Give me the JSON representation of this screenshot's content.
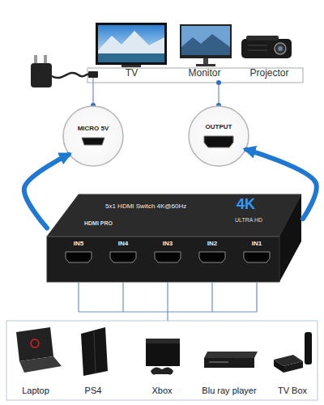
{
  "diagram": {
    "nodes": [
      {
        "text": [
          "TV"
        ]
      },
      {
        "text": [
          "Monitor"
        ]
      },
      {
        "text": [
          "Projector"
        ]
      },
      {
        "text": [
          "MICRO 5V"
        ]
      },
      {
        "text": [
          "OUTPUT"
        ]
      },
      {
        "text": [
          "5x1 HDMI Switch 4K@60Hz",
          "HDMI PRO",
          "4K",
          "ULTRA HD"
        ]
      },
      {
        "text": [
          "IN5"
        ],
        "in": 5
      },
      {
        "text": [
          "IN4"
        ],
        "in": 5
      },
      {
        "text": [
          "IN3"
        ],
        "in": 5
      },
      {
        "text": [
          "IN2"
        ],
        "in": 5
      },
      {
        "text": [
          "IN1"
        ],
        "in": 5
      },
      {
        "text": [
          "Laptop"
        ]
      },
      {
        "text": [
          "PS4"
        ]
      },
      {
        "text": [
          "Xbox"
        ]
      },
      {
        "text": [
          "Blu ray player"
        ]
      },
      {
        "text": [
          "TV Box"
        ]
      }
    ],
    "edges": [
      {
        "from": 5,
        "to": 3,
        "arrow": "to"
      },
      {
        "from": 5,
        "to": 4,
        "arrow": "to"
      }
    ]
  }
}
